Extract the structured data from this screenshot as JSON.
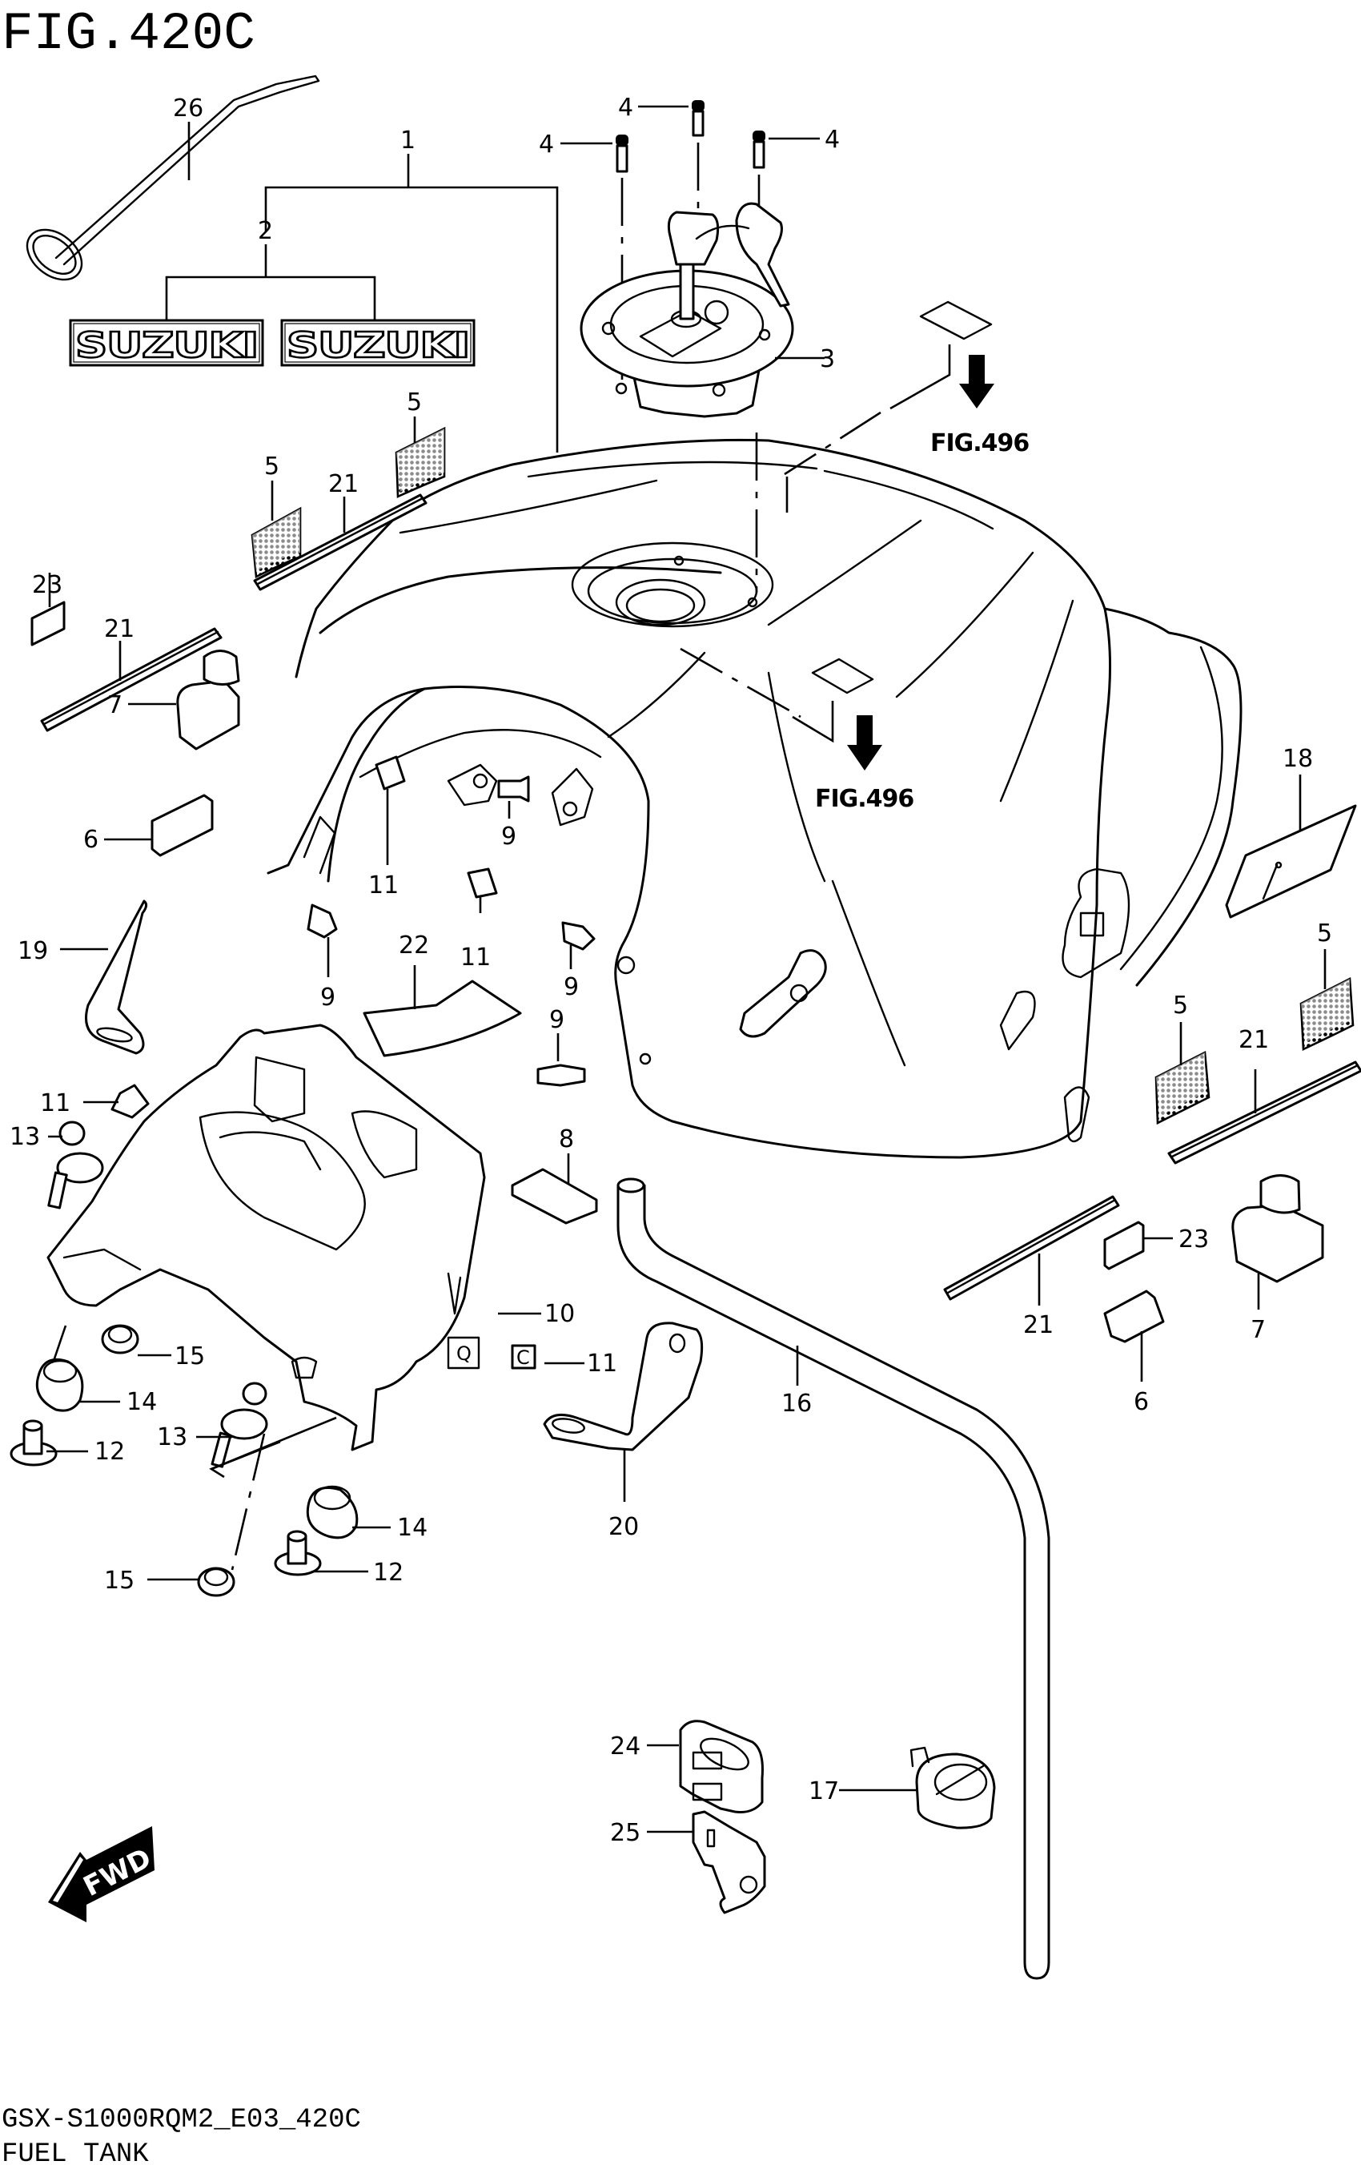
{
  "figure": {
    "title": "FIG.420C",
    "model_code": "GSX-S1000RQM2_E03_420C",
    "caption": "FUEL TANK"
  },
  "references": [
    {
      "label": "FIG.496"
    },
    {
      "label": "FIG.496"
    }
  ],
  "fwd_indicator": {
    "label": "FWD"
  },
  "decals": {
    "brand_text": "SUZUKI"
  },
  "callouts": {
    "c1": "1",
    "c2": "2",
    "c3": "3",
    "c4a": "4",
    "c4b": "4",
    "c4c": "4",
    "c5a": "5",
    "c5b": "5",
    "c5c": "5",
    "c5d": "5",
    "c6a": "6",
    "c6b": "6",
    "c7a": "7",
    "c7b": "7",
    "c8": "8",
    "c9a": "9",
    "c9b": "9",
    "c9c": "9",
    "c9d": "9",
    "c10": "10",
    "c11a": "11",
    "c11b": "11",
    "c11c": "11",
    "c11d": "11",
    "c12a": "12",
    "c12b": "12",
    "c13a": "13",
    "c13b": "13",
    "c14a": "14",
    "c14b": "14",
    "c15a": "15",
    "c15b": "15",
    "c16": "16",
    "c17": "17",
    "c18": "18",
    "c19": "19",
    "c20": "20",
    "c21a": "21",
    "c21b": "21",
    "c21c": "21",
    "c21d": "21",
    "c22": "22",
    "c23a": "23",
    "c23b": "23",
    "c24": "24",
    "c25": "25",
    "c26": "26"
  }
}
